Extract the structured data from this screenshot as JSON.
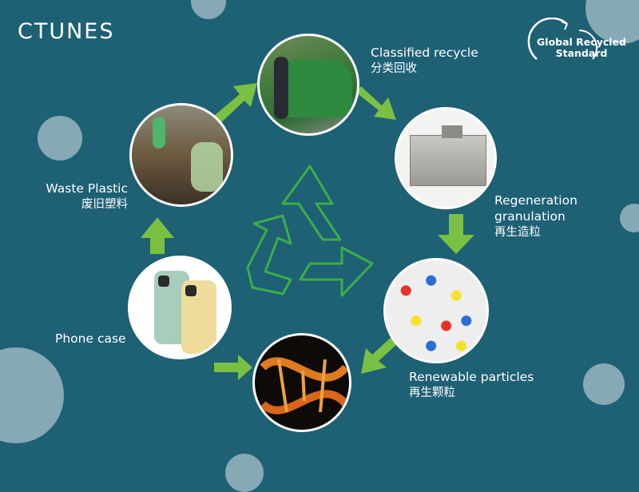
{
  "brand": {
    "logo_text": "CTUNES",
    "accent_color": "#7ac143",
    "background": "#1e6074"
  },
  "certification": {
    "line1": "Global Recycled",
    "line2": "Standard"
  },
  "center_icon": "recycle-icon",
  "steps": [
    {
      "en": "Classified recycle",
      "cn": "分类回收",
      "image": "recycling-bins-photo"
    },
    {
      "en1": "Regeneration",
      "en2": "granulation",
      "cn": "再生造粒",
      "image": "granulation-machine-photo"
    },
    {
      "en": "Renewable particles",
      "cn": "再生颗粒",
      "image": "plastic-pellets-photo"
    },
    {
      "en": "",
      "cn": "",
      "image": "polymer-strand-photo"
    },
    {
      "en": "Phone case",
      "cn": "",
      "image": "phone-cases-photo"
    },
    {
      "en": "Waste Plastic",
      "cn": "废旧塑料",
      "image": "waste-plastic-photo"
    }
  ]
}
